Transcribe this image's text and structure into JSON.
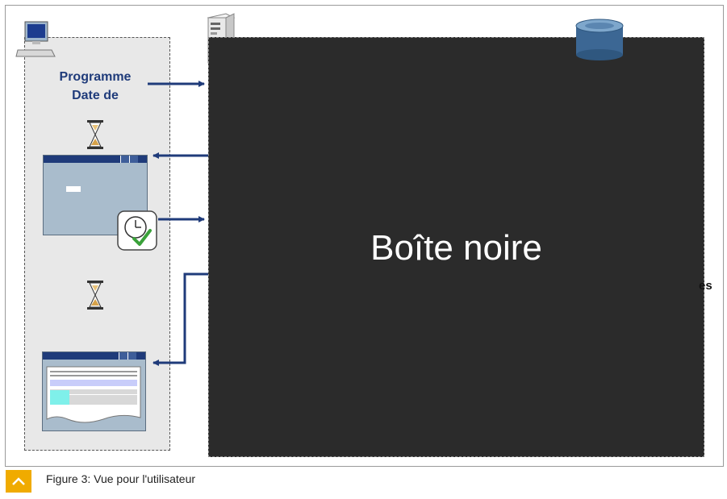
{
  "diagram": {
    "program_label": "Programme\nDate de",
    "black_box_label": "Boîte noire",
    "partial_label": "es",
    "caption": "Figure 3: Vue pour l'utilisateur",
    "icons": [
      "computer-icon",
      "server-icon",
      "database-icon",
      "hourglass-icon",
      "clock-check-icon",
      "chevron-up-icon"
    ],
    "colors": {
      "arrow": "#1f3b7a",
      "black_box": "#2b2b2b",
      "client_panel": "#e8e8e8",
      "window": "#a9bccc",
      "caption_accent": "#f0ab00"
    }
  }
}
